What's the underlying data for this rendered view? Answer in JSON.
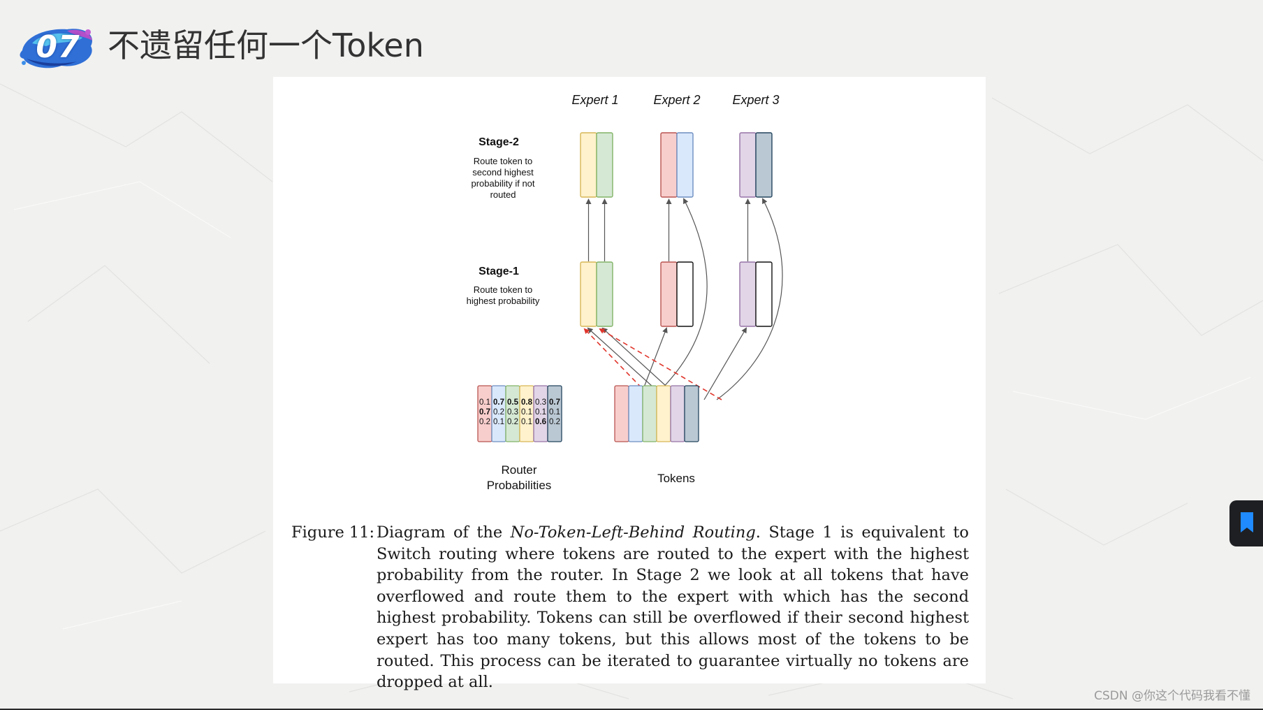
{
  "slide": {
    "badge_number": "07",
    "title": "不遗留任何一个Token",
    "watermark": "CSDN @你这个代码我看不懂"
  },
  "diagram": {
    "experts": [
      "Expert 1",
      "Expert 2",
      "Expert 3"
    ],
    "stage2": {
      "title": "Stage-2",
      "desc": [
        "Route token to",
        "second highest",
        "probability if not",
        "routed"
      ]
    },
    "stage1": {
      "title": "Stage-1",
      "desc": [
        "Route token to",
        "highest probability"
      ]
    },
    "router_label": [
      "Router",
      "Probabilities"
    ],
    "tokens_label": "Tokens",
    "router_probabilities": [
      {
        "values": [
          "0.1",
          "0.7",
          "0.2"
        ],
        "bold": 1
      },
      {
        "values": [
          "0.7",
          "0.2",
          "0.1"
        ],
        "bold": 0
      },
      {
        "values": [
          "0.5",
          "0.3",
          "0.2"
        ],
        "bold": 0
      },
      {
        "values": [
          "0.8",
          "0.1",
          "0.1"
        ],
        "bold": 0
      },
      {
        "values": [
          "0.3",
          "0.1",
          "0.6"
        ],
        "bold": 2
      },
      {
        "values": [
          "0.7",
          "0.1",
          "0.2"
        ],
        "bold": 0
      }
    ],
    "token_colors": [
      "#f8cecc",
      "#dae8fc",
      "#d5e8d4",
      "#fff2cc",
      "#e1d5e7",
      "#bac8d3"
    ],
    "token_borders": [
      "#b85450",
      "#6c8ebf",
      "#82b366",
      "#d6b656",
      "#9673a6",
      "#23445d"
    ]
  },
  "caption": {
    "label": "Figure 11:",
    "text_before": "Diagram of the ",
    "text_italic": "No-Token-Left-Behind Routing",
    "text_after": ". Stage 1 is equivalent to Switch routing where tokens are routed to the expert with the highest probability from the router. In Stage 2 we look at all tokens that have overflowed and route them to the expert with which has the second highest probability. Tokens can still be overflowed if their second highest expert has too many tokens, but this allows most of the tokens to be routed.  This process can be iterated to guarantee virtually no tokens are dropped at all."
  }
}
